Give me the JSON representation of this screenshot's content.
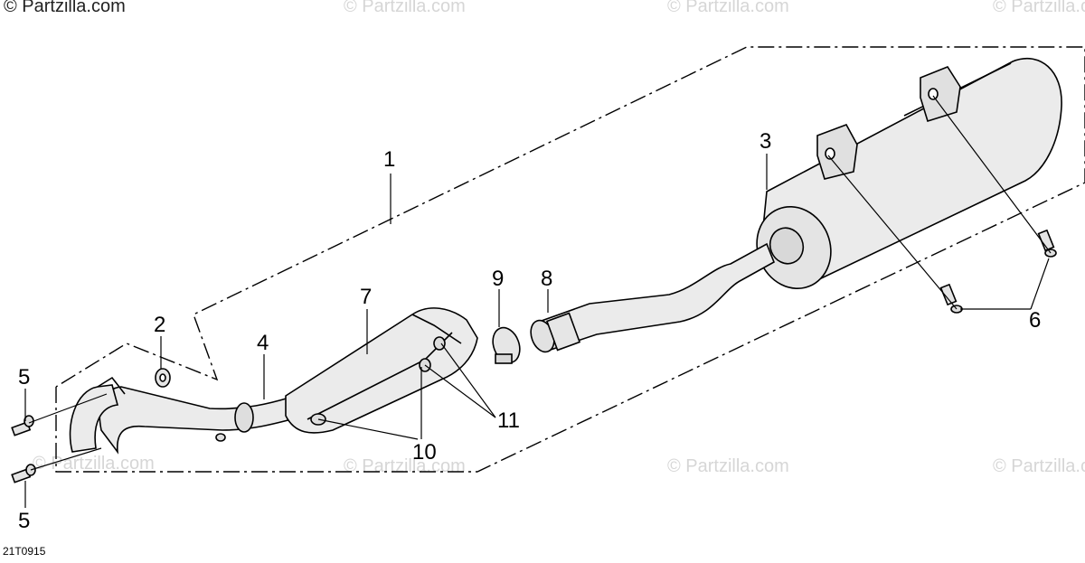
{
  "watermarks": [
    "© Partzilla.com",
    "© Partzilla.com",
    "© Partzilla.com",
    "© Partzilla.com",
    "© Partzilla.com",
    "© Partzilla.com",
    "© Partzilla.com",
    "© Partzilla.com"
  ],
  "diagram_code": "21T0915",
  "callouts": {
    "n1": "1",
    "n2": "2",
    "n3": "3",
    "n4": "4",
    "n5a": "5",
    "n5b": "5",
    "n6": "6",
    "n7": "7",
    "n8": "8",
    "n9": "9",
    "n10": "10",
    "n11": "11"
  },
  "colors": {
    "part_fill": "#ebebeb",
    "line": "#000000",
    "watermark_dark": "#222222",
    "watermark_light": "#d6d6d6"
  }
}
